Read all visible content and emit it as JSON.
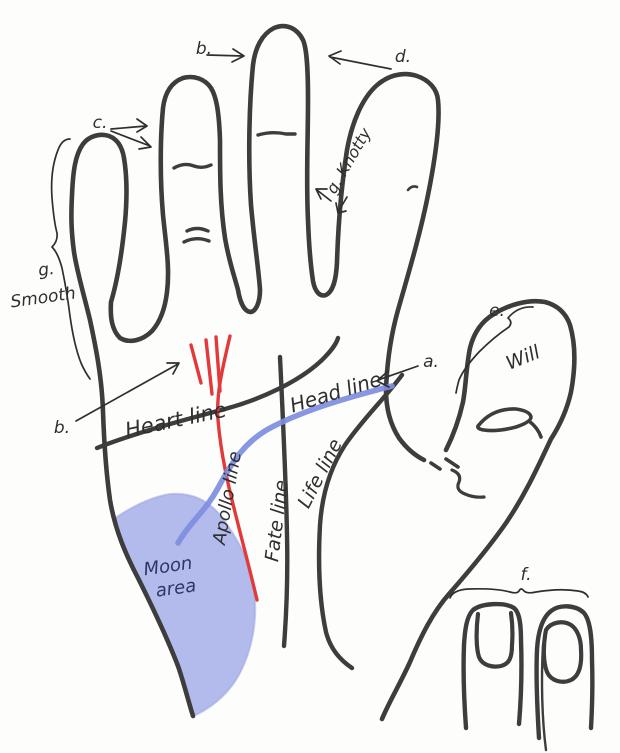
{
  "diagram": {
    "kind": "hand-drawn palmistry diagram of a left palm with annotated lines and mounts",
    "labels": {
      "a": "a.",
      "b_top": "b.",
      "b_left": "b.",
      "c": "c.",
      "d": "d.",
      "e": "e.",
      "f": "f.",
      "g_letter": "g.",
      "g_smooth": "Smooth",
      "g_knotty": "g. Knotty",
      "will": "Will",
      "heart_line": "Heart line",
      "head_line": "Head line",
      "apollo_line": "Apollo line",
      "fate_line": "Fate line",
      "life_line": "Life line",
      "moon_word1": "Moon",
      "moon_word2": "area"
    },
    "colors": {
      "ink": "#3d3d3d",
      "annotation_ink": "#2f2f2f",
      "red_line": "#e23a3a",
      "blue_line": "#7e8ee0",
      "moon_fill": "#b3bbec",
      "moon_edge": "#98a3e2",
      "moon_text": "#2c3767",
      "paper": "#fdfdfb"
    }
  }
}
